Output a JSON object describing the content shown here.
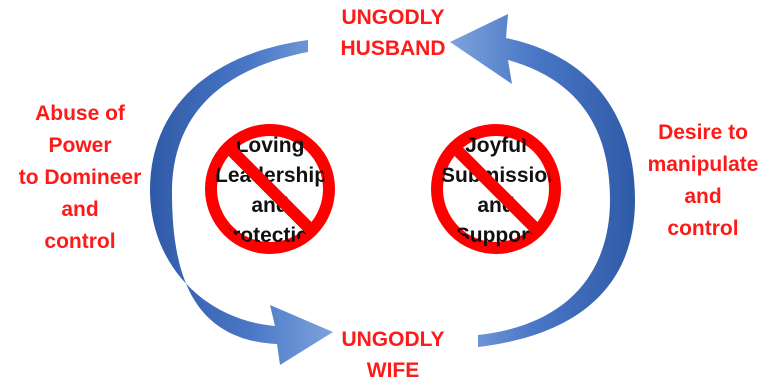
{
  "top_label": [
    "UNGODLY",
    "HUSBAND"
  ],
  "bottom_label": [
    "UNGODLY",
    "WIFE"
  ],
  "left_label": [
    "Abuse of",
    "Power",
    "to Domineer",
    "and",
    "control"
  ],
  "right_label": [
    "Desire to",
    "manipulate",
    "and",
    "control"
  ],
  "left_circle_text": [
    "Loving",
    "Leadership",
    "and",
    "Protection"
  ],
  "right_circle_text": [
    "Joyful",
    "Submission",
    "and",
    "Support"
  ],
  "colors": {
    "label_red": "#ff1a1a",
    "prohibit_red": "#ff0000",
    "arrow_blue": "#3a67b7",
    "arrow_highlight": "#7ea2dc",
    "text": "#111111"
  },
  "icons": {
    "arrows": "cycle-arrow",
    "circles": "prohibition-sign"
  }
}
